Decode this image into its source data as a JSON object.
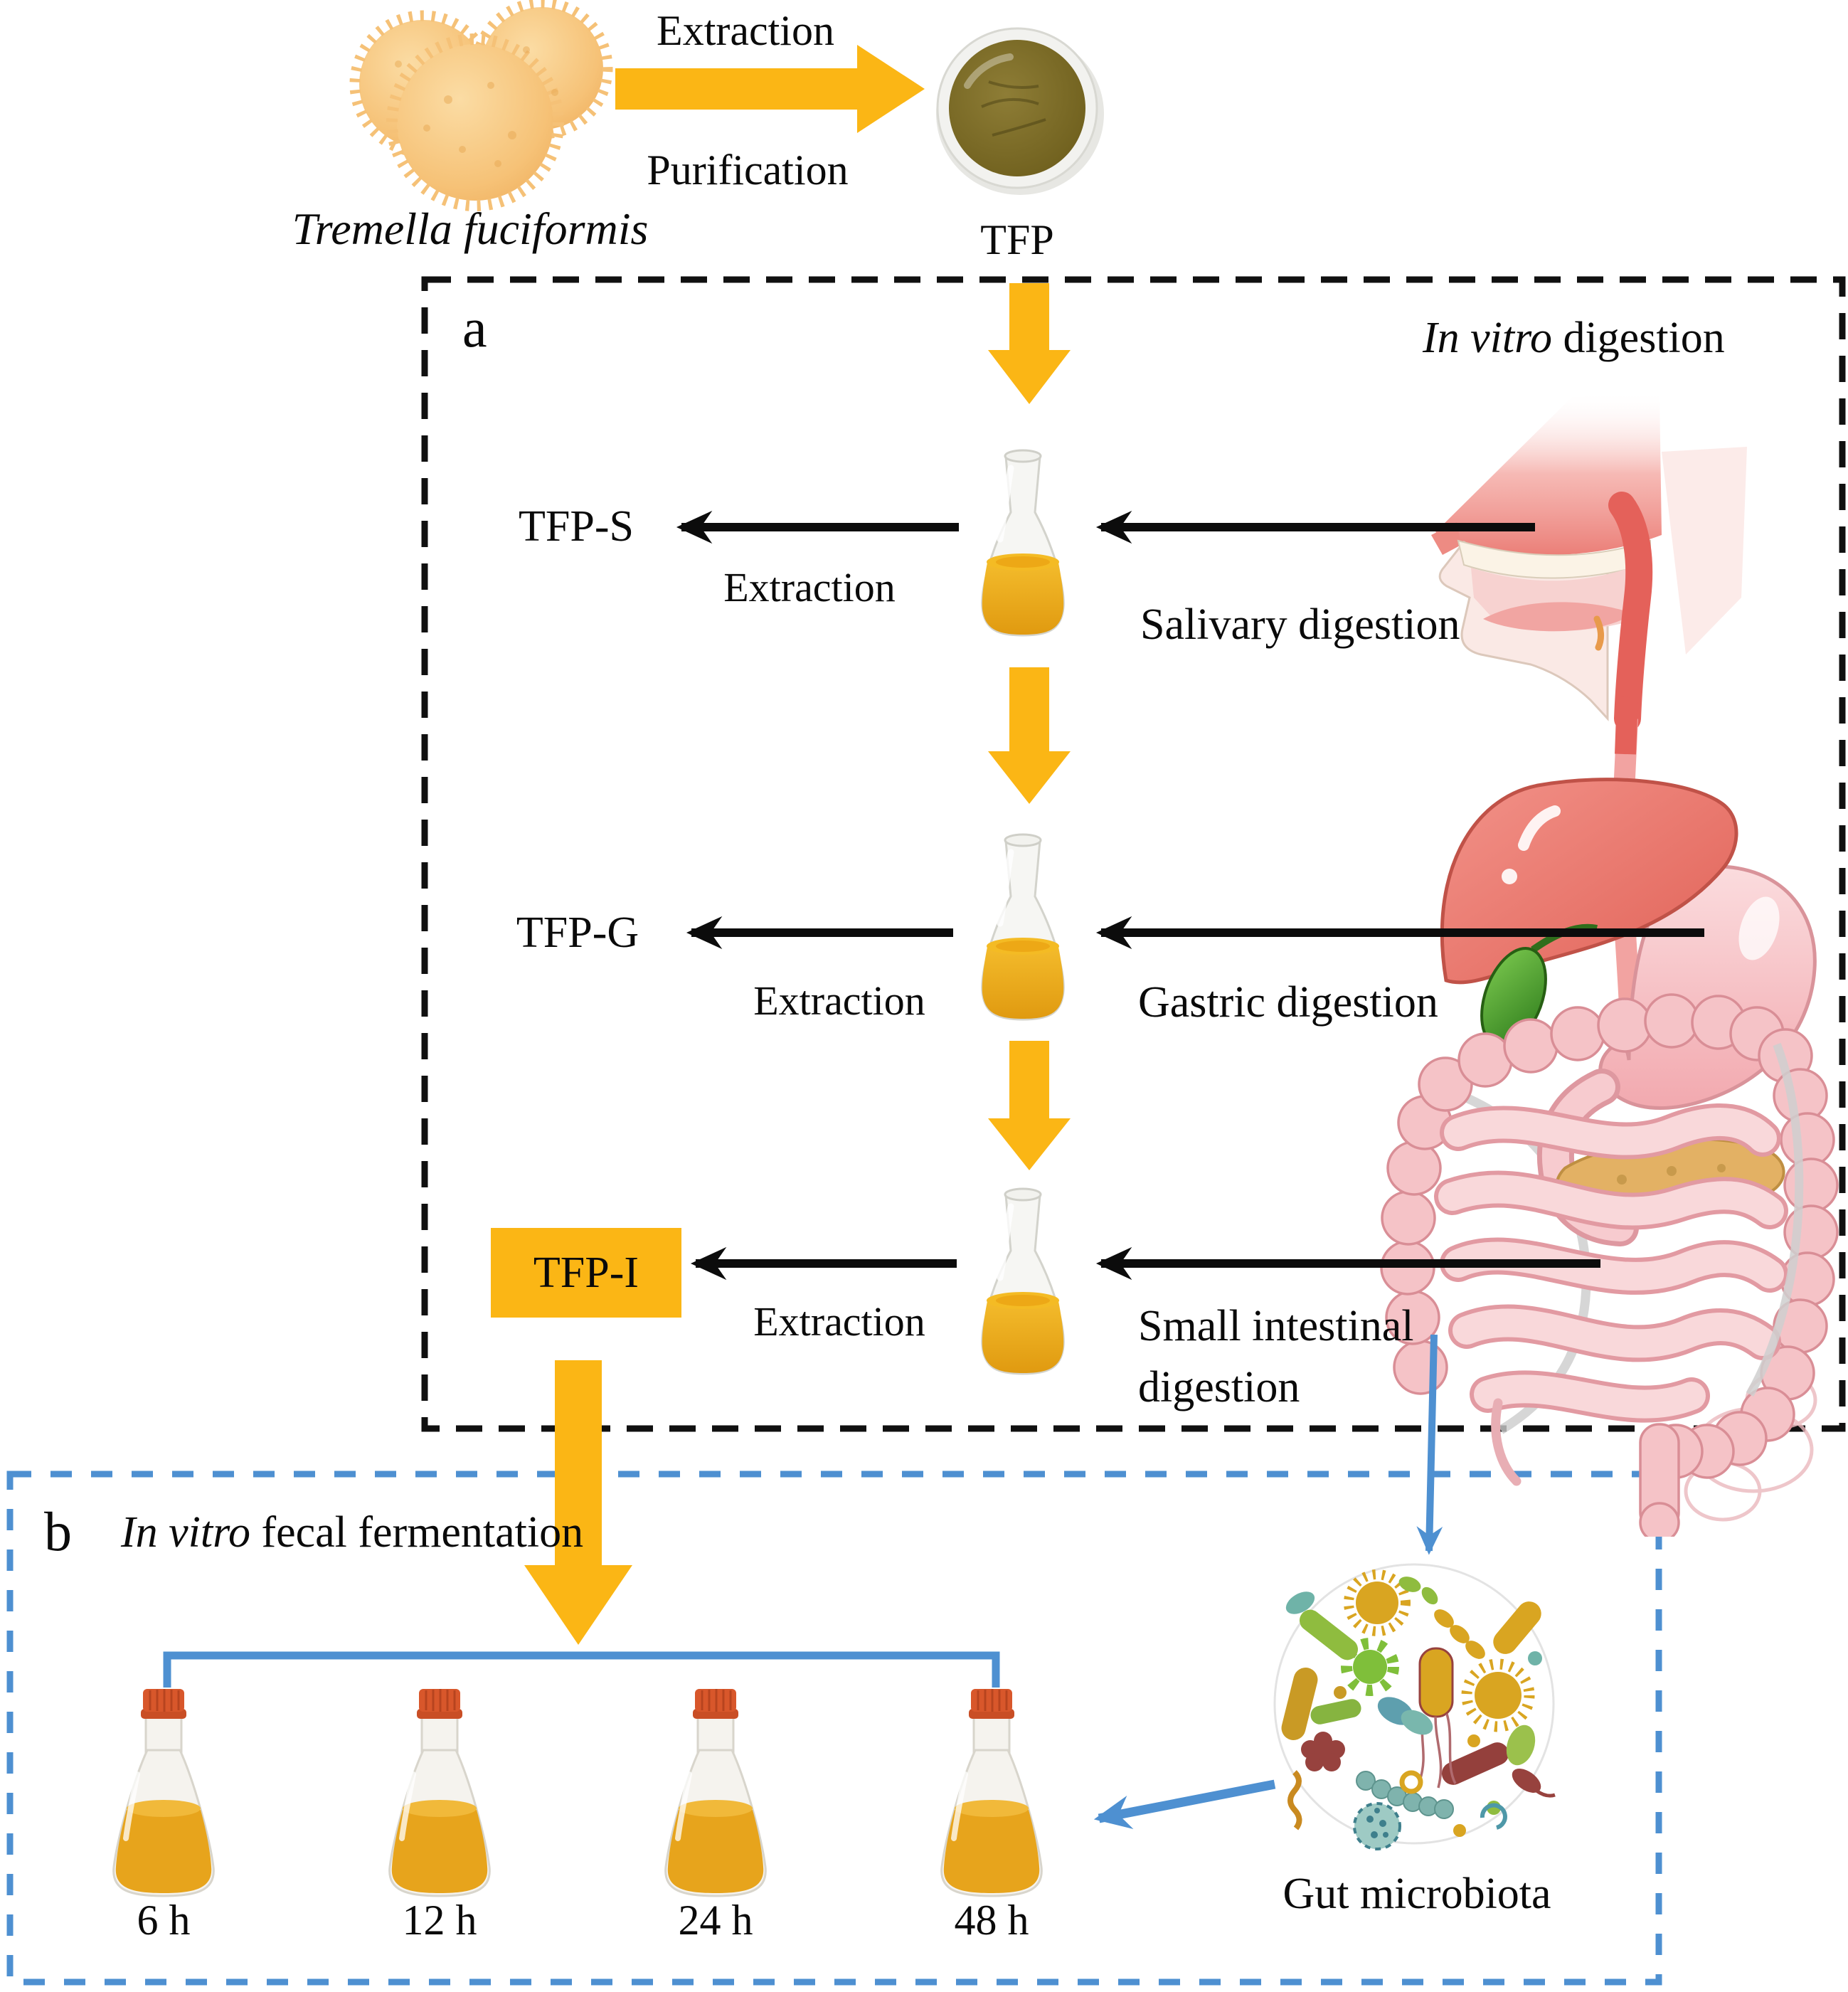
{
  "figure": {
    "source": {
      "name": "Tremella fuciformis",
      "process_top": "Extraction",
      "process_bottom": "Purification",
      "product": "TFP"
    },
    "panel_a": {
      "tag": "a",
      "title_italic": "In vitro",
      "title_rest": " digestion",
      "rows": [
        {
          "product": "TFP-S",
          "process": "Extraction",
          "digestion_line1": "Salivary digestion",
          "digestion_line2": ""
        },
        {
          "product": "TFP-G",
          "process": "Extraction",
          "digestion_line1": "Gastric digestion",
          "digestion_line2": ""
        },
        {
          "product": "TFP-I",
          "process": "Extraction",
          "digestion_line1": "Small intestinal",
          "digestion_line2": "digestion"
        }
      ]
    },
    "panel_b": {
      "tag": "b",
      "title_italic": "In vitro",
      "title_rest": " fecal fermentation",
      "timepoints": [
        "6 h",
        "12 h",
        "24 h",
        "48 h"
      ],
      "microbiota_label": "Gut microbiota"
    }
  },
  "colors": {
    "accent_yellow": "#FBB615",
    "accent_blue": "#4E90D1",
    "arrow_black": "#0C0C0C",
    "flask_liquid": "#E7A41C",
    "cap_orange": "#D8572B",
    "powder_brown": "#6A5B1C",
    "mushroom_tan": "#F6C277",
    "organ_pink": "#F2A9AF",
    "liver_red": "#E16257",
    "gallbladder_green": "#2E7C1C",
    "pancreas_tan": "#E3B164"
  }
}
